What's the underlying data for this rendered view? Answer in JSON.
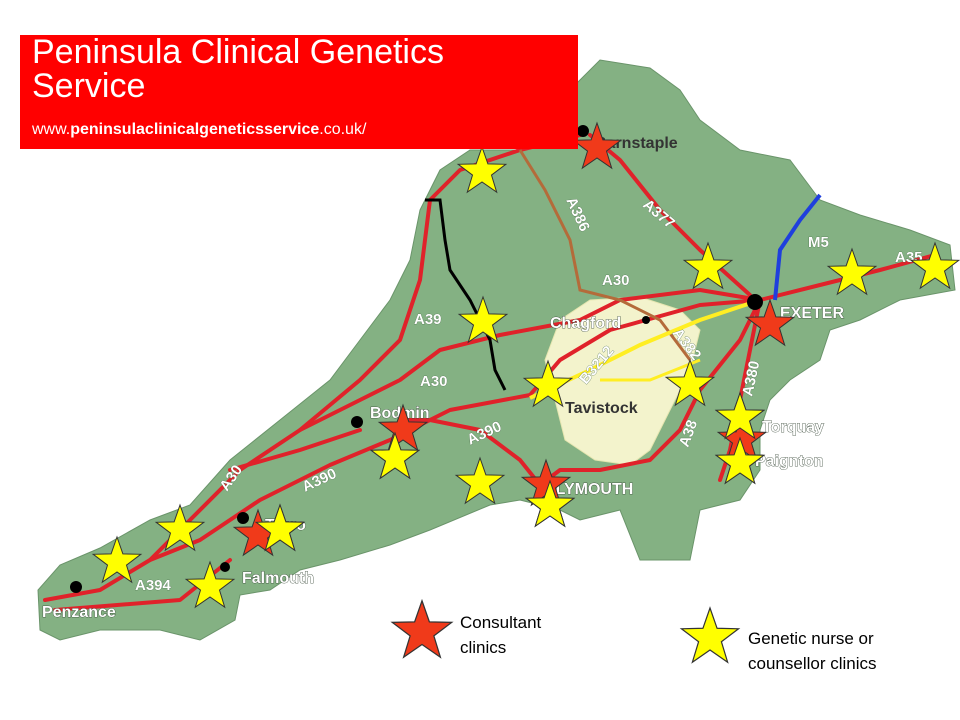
{
  "header": {
    "title_line1": "Peninsula Clinical Genetics",
    "title_line2": "Service",
    "url_prefix": "www.",
    "url_domain": "peninsulaclinicalgeneticsservice",
    "url_suffix": ".co.uk/"
  },
  "towns": {
    "barnstaple": "Barnstaple",
    "exeter": "EXETER",
    "chagford": "Chagford",
    "tavistock": "Tavistock",
    "bodmin": "Bodmin",
    "torquay": "Torquay",
    "paignton": "Paignton",
    "plymouth": "PLYMOUTH",
    "truro": "Truro",
    "falmouth": "Falmouth",
    "penzance": "Penzance"
  },
  "roads": {
    "a386": "A386",
    "a377": "A377",
    "m5": "M5",
    "a35": "A35",
    "a30_north": "A30",
    "a39": "A39",
    "a382": "A382",
    "b3212": "B3212",
    "a30_mid": "A30",
    "a380": "A380",
    "a390_east": "A390",
    "a38": "A38",
    "a30_west": "A30",
    "a390_west": "A390",
    "a394": "A394"
  },
  "legend": {
    "consultant_line1": "Consultant",
    "consultant_line2": "clinics",
    "nurse_line1": "Genetic nurse or",
    "nurse_line2": "counsellor clinics"
  },
  "colors": {
    "land": "#84b183",
    "title_bg": "#ff0000",
    "road_red": "#e0222a",
    "consultant_star": "#f03a1a",
    "nurse_star": "#ffff00",
    "dartmoor": "#f3f3cc",
    "m5_blue": "#1f3fdd"
  }
}
